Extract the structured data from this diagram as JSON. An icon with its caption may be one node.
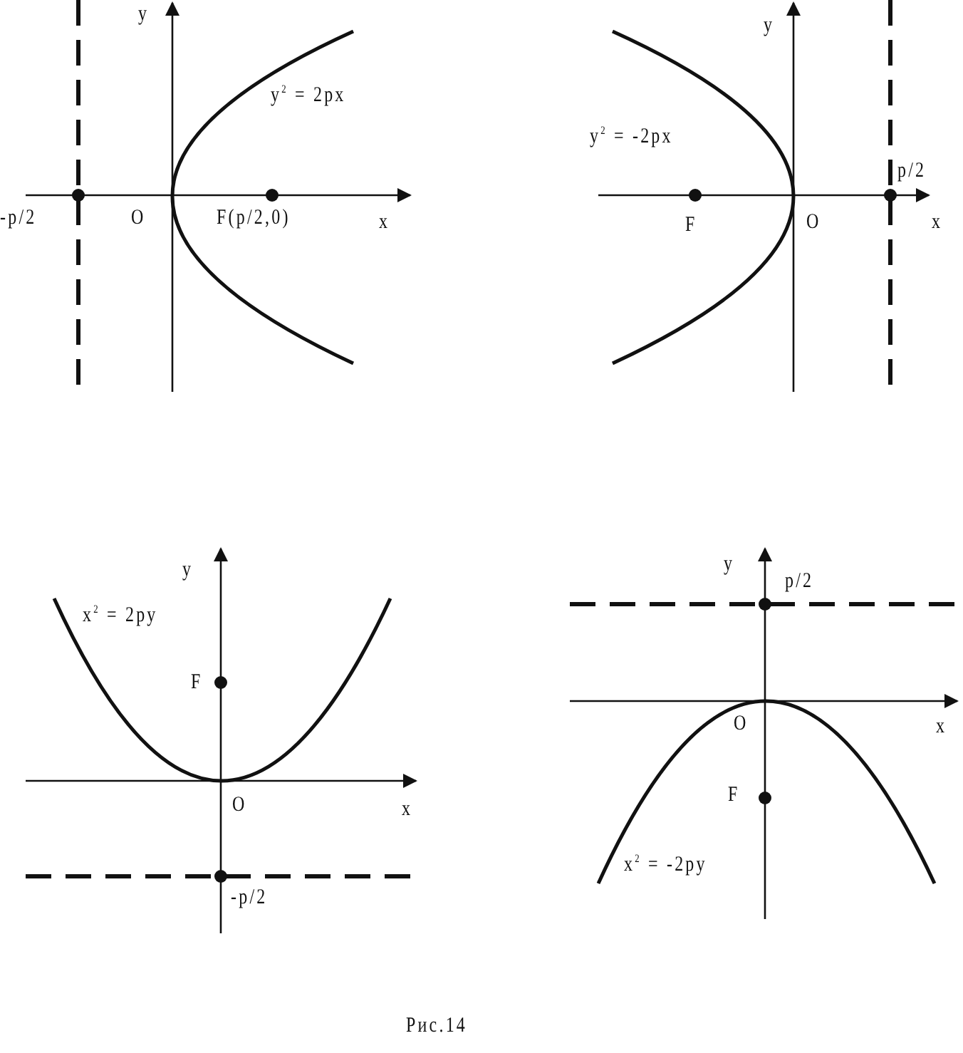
{
  "diagram": {
    "caption": "Рис.14",
    "labels": [
      "y",
      "y$^{2}$ = 2px",
      "-p/2",
      "O",
      "F(p/2,0)",
      "x",
      "y",
      "y$^{2}$ = -2px",
      "p/2",
      "F",
      "O",
      "x",
      "y",
      "x$^{2}$ = 2py",
      "F",
      "O",
      "x",
      "-p/2",
      "y",
      "p/2",
      "O",
      "x",
      "F",
      "x$^{2}$ = -2py"
    ]
  }
}
